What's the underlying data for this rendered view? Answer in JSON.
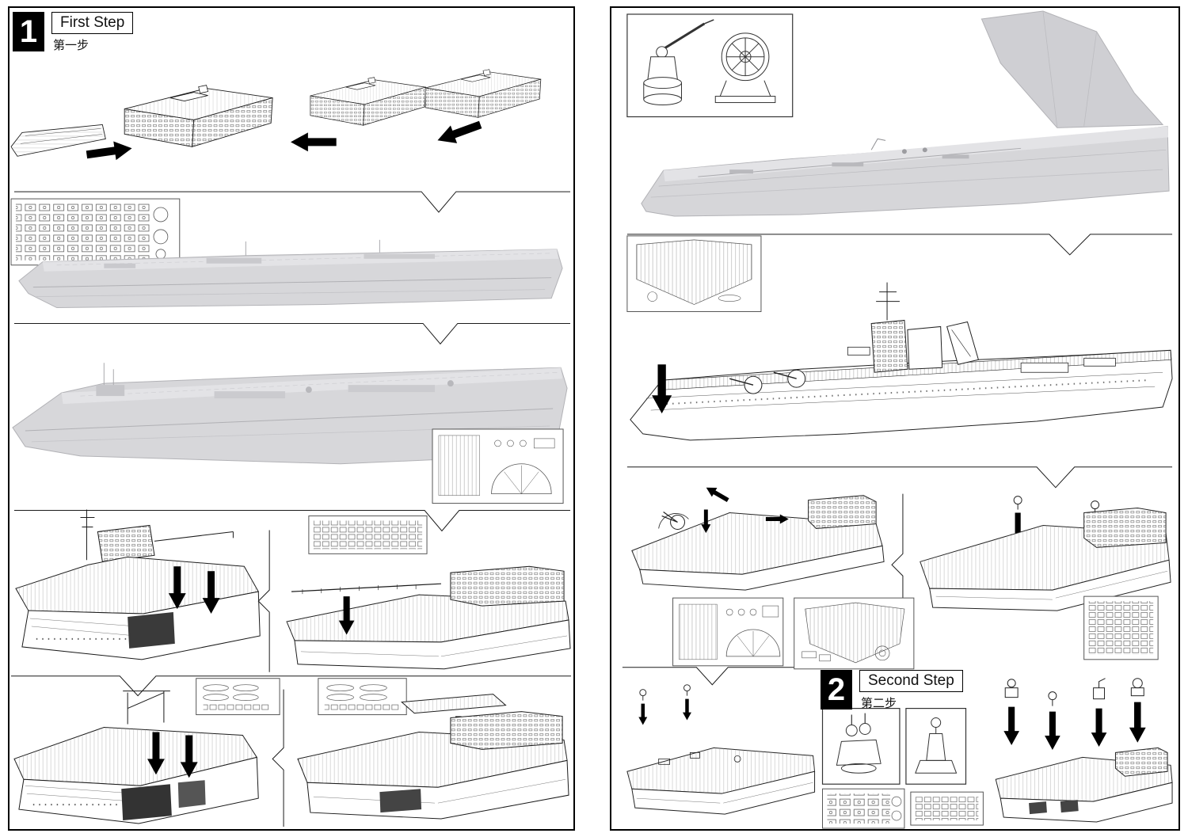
{
  "sheet": {
    "type": "model-kit-assembly-instructions",
    "background": "#ffffff",
    "border_color": "#000000"
  },
  "steps": {
    "step1": {
      "number": "1",
      "title_en": "First Step",
      "title_zh": "第一步"
    },
    "step2": {
      "number": "2",
      "title_en": "Second Step",
      "title_zh": "第二步"
    }
  },
  "colors": {
    "line_art": "#1a1a1a",
    "render_gray": "#d7d7da",
    "render_deck": "#e3e3e6",
    "render_shadow": "#b4b4b8",
    "arrow": "#000000",
    "photo_etch_line": "#4a4a4a"
  }
}
